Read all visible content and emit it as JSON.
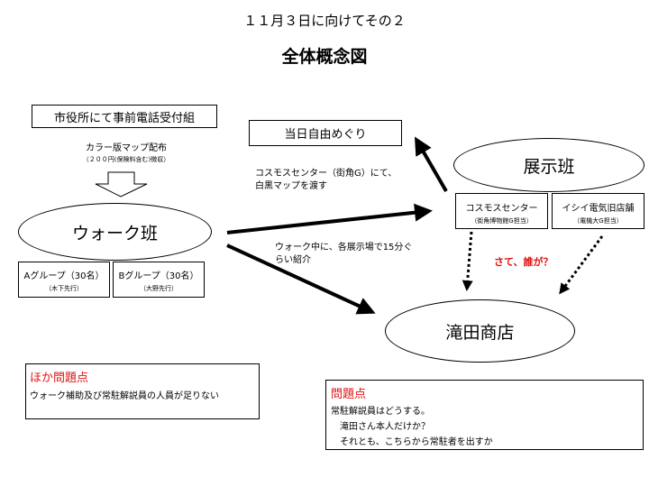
{
  "header": {
    "subtitle": "１１月３日に向けてその２",
    "title": "全体概念図"
  },
  "reception": {
    "label": "市役所にて事前電話受付組",
    "item": "カラー版マップ配布",
    "note": "（２００円(保険料含む)徴収）"
  },
  "walk_team": {
    "label": "ウォーク班",
    "groups": [
      {
        "name": "Aグループ（30名）",
        "lead": "（木下先行）"
      },
      {
        "name": "Bグループ（30名）",
        "lead": "（大野先行）"
      }
    ]
  },
  "free_tour": {
    "label": "当日自由めぐり"
  },
  "exhibit_team": {
    "label": "展示班",
    "sites": [
      {
        "name": "コスモスセンター",
        "charge": "（街角博物館G担当）"
      },
      {
        "name": "イシイ電気旧店舗",
        "charge": "（電機大G担当）"
      }
    ]
  },
  "store": {
    "label": "滝田商店"
  },
  "annotations": {
    "cosmos_map": "コスモスセンター（街角G）にて、\n白黒マップを渡す",
    "walk_intro": "ウォーク中に、各展示場で15分ぐ\nらい紹介",
    "who_question": "さて、誰が？"
  },
  "issues_other": {
    "heading": "ほか問題点",
    "text": "ウォーク補助及び常駐解説員の人員が足りない"
  },
  "issues_main": {
    "heading": "問題点",
    "lines": [
      "常駐解説員はどうする。",
      "　滝田さん本人だけか？",
      "　それとも、こちらから常駐者を出すか"
    ]
  },
  "colors": {
    "accent_red": "#e01010",
    "line": "#000000"
  }
}
